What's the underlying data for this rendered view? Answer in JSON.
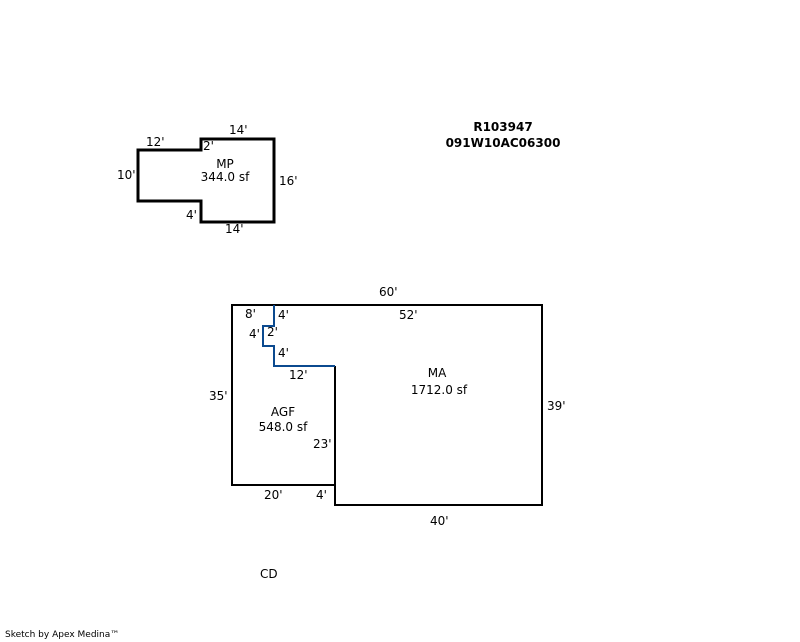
{
  "header": {
    "parcel_id": "R103947",
    "map_number": "091W10AC06300"
  },
  "areas": {
    "mp": {
      "code": "MP",
      "area": "344.0 sf",
      "dims": [
        "12'",
        "2'",
        "14'",
        "16'",
        "14'",
        "4'",
        "10'"
      ]
    },
    "agf": {
      "code": "AGF",
      "area": "548.0 sf",
      "dims": [
        "8'",
        "4'",
        "35'",
        "20'",
        "4'",
        "23'"
      ]
    },
    "connector": {
      "dims": [
        "4'",
        "2'",
        "4'",
        "12'"
      ]
    },
    "ma": {
      "code": "MA",
      "area": "1712.0 sf",
      "dims": [
        "60'",
        "52'",
        "39'",
        "40'"
      ]
    }
  },
  "labels": {
    "cd": "CD"
  },
  "footer": {
    "credit": "Sketch by Apex Medina™"
  },
  "colors": {
    "outline": "#000000",
    "shared_wall": "#0b4a8f"
  }
}
